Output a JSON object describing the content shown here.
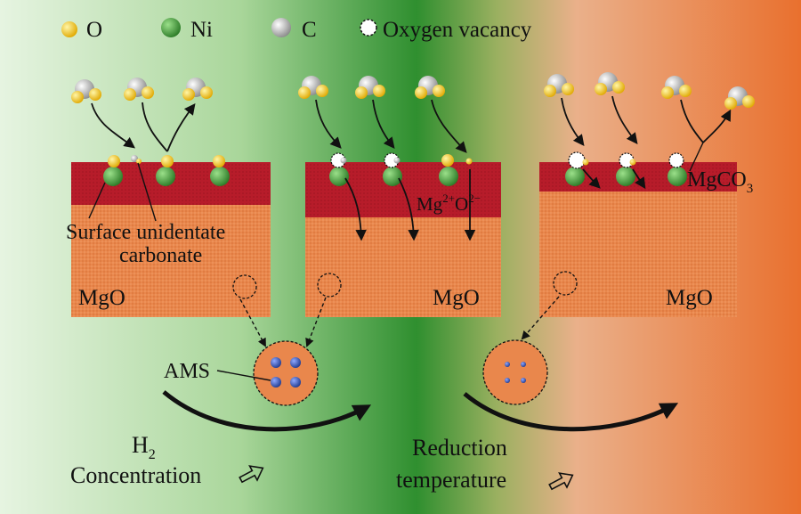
{
  "legend": {
    "oxygen": "O",
    "nickel": "Ni",
    "carbon": "C",
    "vacancy": "Oxygen vacancy"
  },
  "labels": {
    "surface_carbonate_line1": "Surface unidentate",
    "surface_carbonate_line2": "carbonate",
    "support_left": "MgO",
    "support_middle": "MgO",
    "support_right": "MgO",
    "mg_ion": "Mg",
    "mg_charge": "2+",
    "o_ion": "O",
    "o_charge": "2−",
    "mgco3_base": "MgCO",
    "mgco3_sub": "3",
    "ams": "AMS",
    "h2_base": "H",
    "h2_sub": "2",
    "concentration": "Concentration",
    "reduction": "Reduction",
    "temperature": "temperature"
  },
  "colors": {
    "oxygen": "#f5c400",
    "nickel": "#3d9c35",
    "carbon": "#b9b9b9",
    "surface_layer": "#b71c2a",
    "support": "#e9874c",
    "ams_particle": "#2f4fa8",
    "bg_left": "#e6f4e1",
    "bg_mid": "#2f8f2f",
    "bg_right": "#e9702e"
  }
}
